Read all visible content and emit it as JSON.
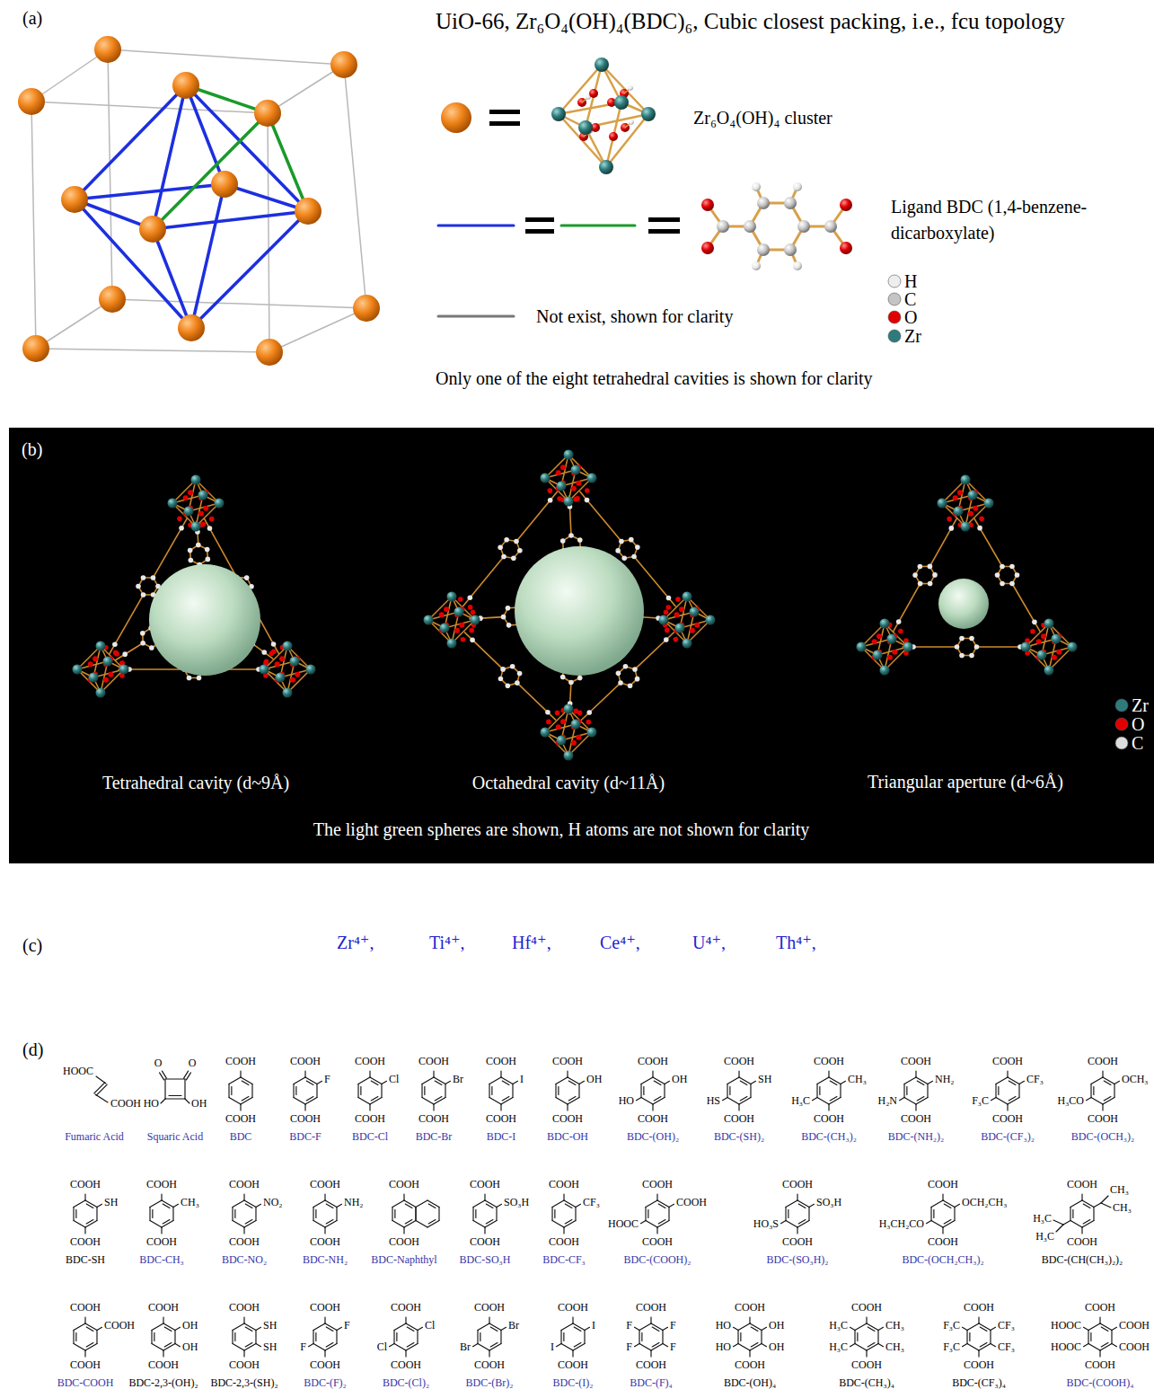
{
  "diagram": {
    "nodes": [
      {
        "text": [
          "(b)",
          "Tetrahedral cavity (d~9Å)",
          "Octahedral cavity (d~11Å)",
          "Triangular aperture (d~6Å)",
          "The light green spheres are shown, H atoms are not shown for clarity"
        ]
      }
    ],
    "labels": [
      "(a)",
      "UiO-66, Zr₆O₄(OH)₄(BDC)₆, Cubic closest packing, i.e., fcu topology",
      "Zr₆O₄(OH)₄ cluster",
      "Ligand BDC (1,4-benzene-dicarboxylate)",
      "Not exist, shown for clarity",
      "Only one of the eight tetrahedral cavities is shown for clarity",
      "(c)",
      "Zr⁴⁺,",
      "Ti⁴⁺,",
      "Hf⁴⁺,",
      "Ce⁴⁺,",
      "U⁴⁺,",
      "Th⁴⁺,",
      "(d)",
      "HOOC",
      "COOH",
      "Fumaric Acid",
      "O",
      "O",
      "HO",
      "OH",
      "Squaric Acid",
      "COOH",
      "COOH",
      "BDC",
      "COOH",
      "F",
      "COOH",
      "BDC-F",
      "COOH",
      "Cl",
      "COOH",
      "BDC-Cl",
      "COOH",
      "Br",
      "COOH",
      "BDC-Br",
      "COOH",
      "I",
      "COOH",
      "BDC-I",
      "COOH",
      "OH",
      "COOH",
      "BDC-OH",
      "COOH",
      "OH",
      "HO",
      "COOH",
      "BDC-(OH)₂",
      "COOH",
      "SH",
      "HS",
      "COOH",
      "BDC-(SH)₂",
      "COOH",
      "CH₃",
      "H₃C",
      "COOH",
      "BDC-(CH₃)₂",
      "COOH",
      "NH₂",
      "H₂N",
      "COOH",
      "BDC-(NH₂)₂",
      "COOH",
      "CF₃",
      "F₃C",
      "COOH",
      "BDC-(CF₃)₂",
      "COOH",
      "OCH₃",
      "H₃CO",
      "COOH",
      "BDC-(OCH₃)₂",
      "COOH",
      "SH",
      "COOH",
      "BDC-SH",
      "COOH",
      "CH₃",
      "COOH",
      "BDC-CH₃",
      "COOH",
      "NO₂",
      "COOH",
      "BDC-NO₂",
      "COOH",
      "NH₂",
      "COOH",
      "BDC-NH₂",
      "COOH",
      "COOH",
      "BDC-Naphthyl",
      "COOH",
      "SO₃H",
      "COOH",
      "BDC-SO₃H",
      "COOH",
      "CF₃",
      "COOH",
      "BDC-CF₃",
      "COOH",
      "COOH",
      "HOOC",
      "COOH",
      "BDC-(COOH)₂",
      "COOH",
      "SO₃H",
      "HO₃S",
      "COOH",
      "BDC-(SO₃H)₂",
      "COOH",
      "OCH₂CH₃",
      "H₃CH₂CO",
      "COOH",
      "BDC-(OCH₂CH₃)₂",
      "COOH",
      "CH₃",
      "CH₃",
      "H₃C",
      "H₃C",
      "COOH",
      "BDC-(CH(CH₃)₂)₂",
      "COOH",
      "COOH",
      "COOH",
      "BDC-COOH",
      "COOH",
      "OH",
      "OH",
      "COOH",
      "BDC-2,3-(OH)₂",
      "COOH",
      "SH",
      "SH",
      "COOH",
      "BDC-2,3-(SH)₂",
      "COOH",
      "F",
      "F",
      "COOH",
      "BDC-(F)₂",
      "COOH",
      "Cl",
      "Cl",
      "COOH",
      "BDC-(Cl)₂",
      "COOH",
      "Br",
      "Br",
      "COOH",
      "BDC-(Br)₂",
      "COOH",
      "I",
      "I",
      "COOH",
      "BDC-(I)₂",
      "COOH",
      "F",
      "F",
      "F",
      "F",
      "COOH",
      "BDC-(F)₄",
      "COOH",
      "HO",
      "OH",
      "HO",
      "OH",
      "COOH",
      "BDC-(OH)₄",
      "COOH",
      "H₃C",
      "CH₃",
      "H₃C",
      "CH₃",
      "COOH",
      "BDC-(CH₃)₄",
      "COOH",
      "F₃C",
      "CF₃",
      "F₃C",
      "CF₃",
      "COOH",
      "BDC-(CF₃)₄",
      "COOH",
      "HOOC",
      "COOH",
      "HOOC",
      "COOH",
      "COOH",
      "BDC-(COOH)₄"
    ],
    "legend": [
      {
        "text": "H",
        "color": "#eeeeee"
      },
      {
        "text": "C",
        "color": "#c4c4c4"
      },
      {
        "text": "O",
        "color": "#e00000"
      },
      {
        "text": "Zr",
        "color": "#2e7b7b"
      },
      {
        "text": "Zr",
        "color": "#2e7b7b"
      },
      {
        "text": "O",
        "color": "#e00000"
      },
      {
        "text": "C",
        "color": "#dddddd"
      }
    ]
  }
}
